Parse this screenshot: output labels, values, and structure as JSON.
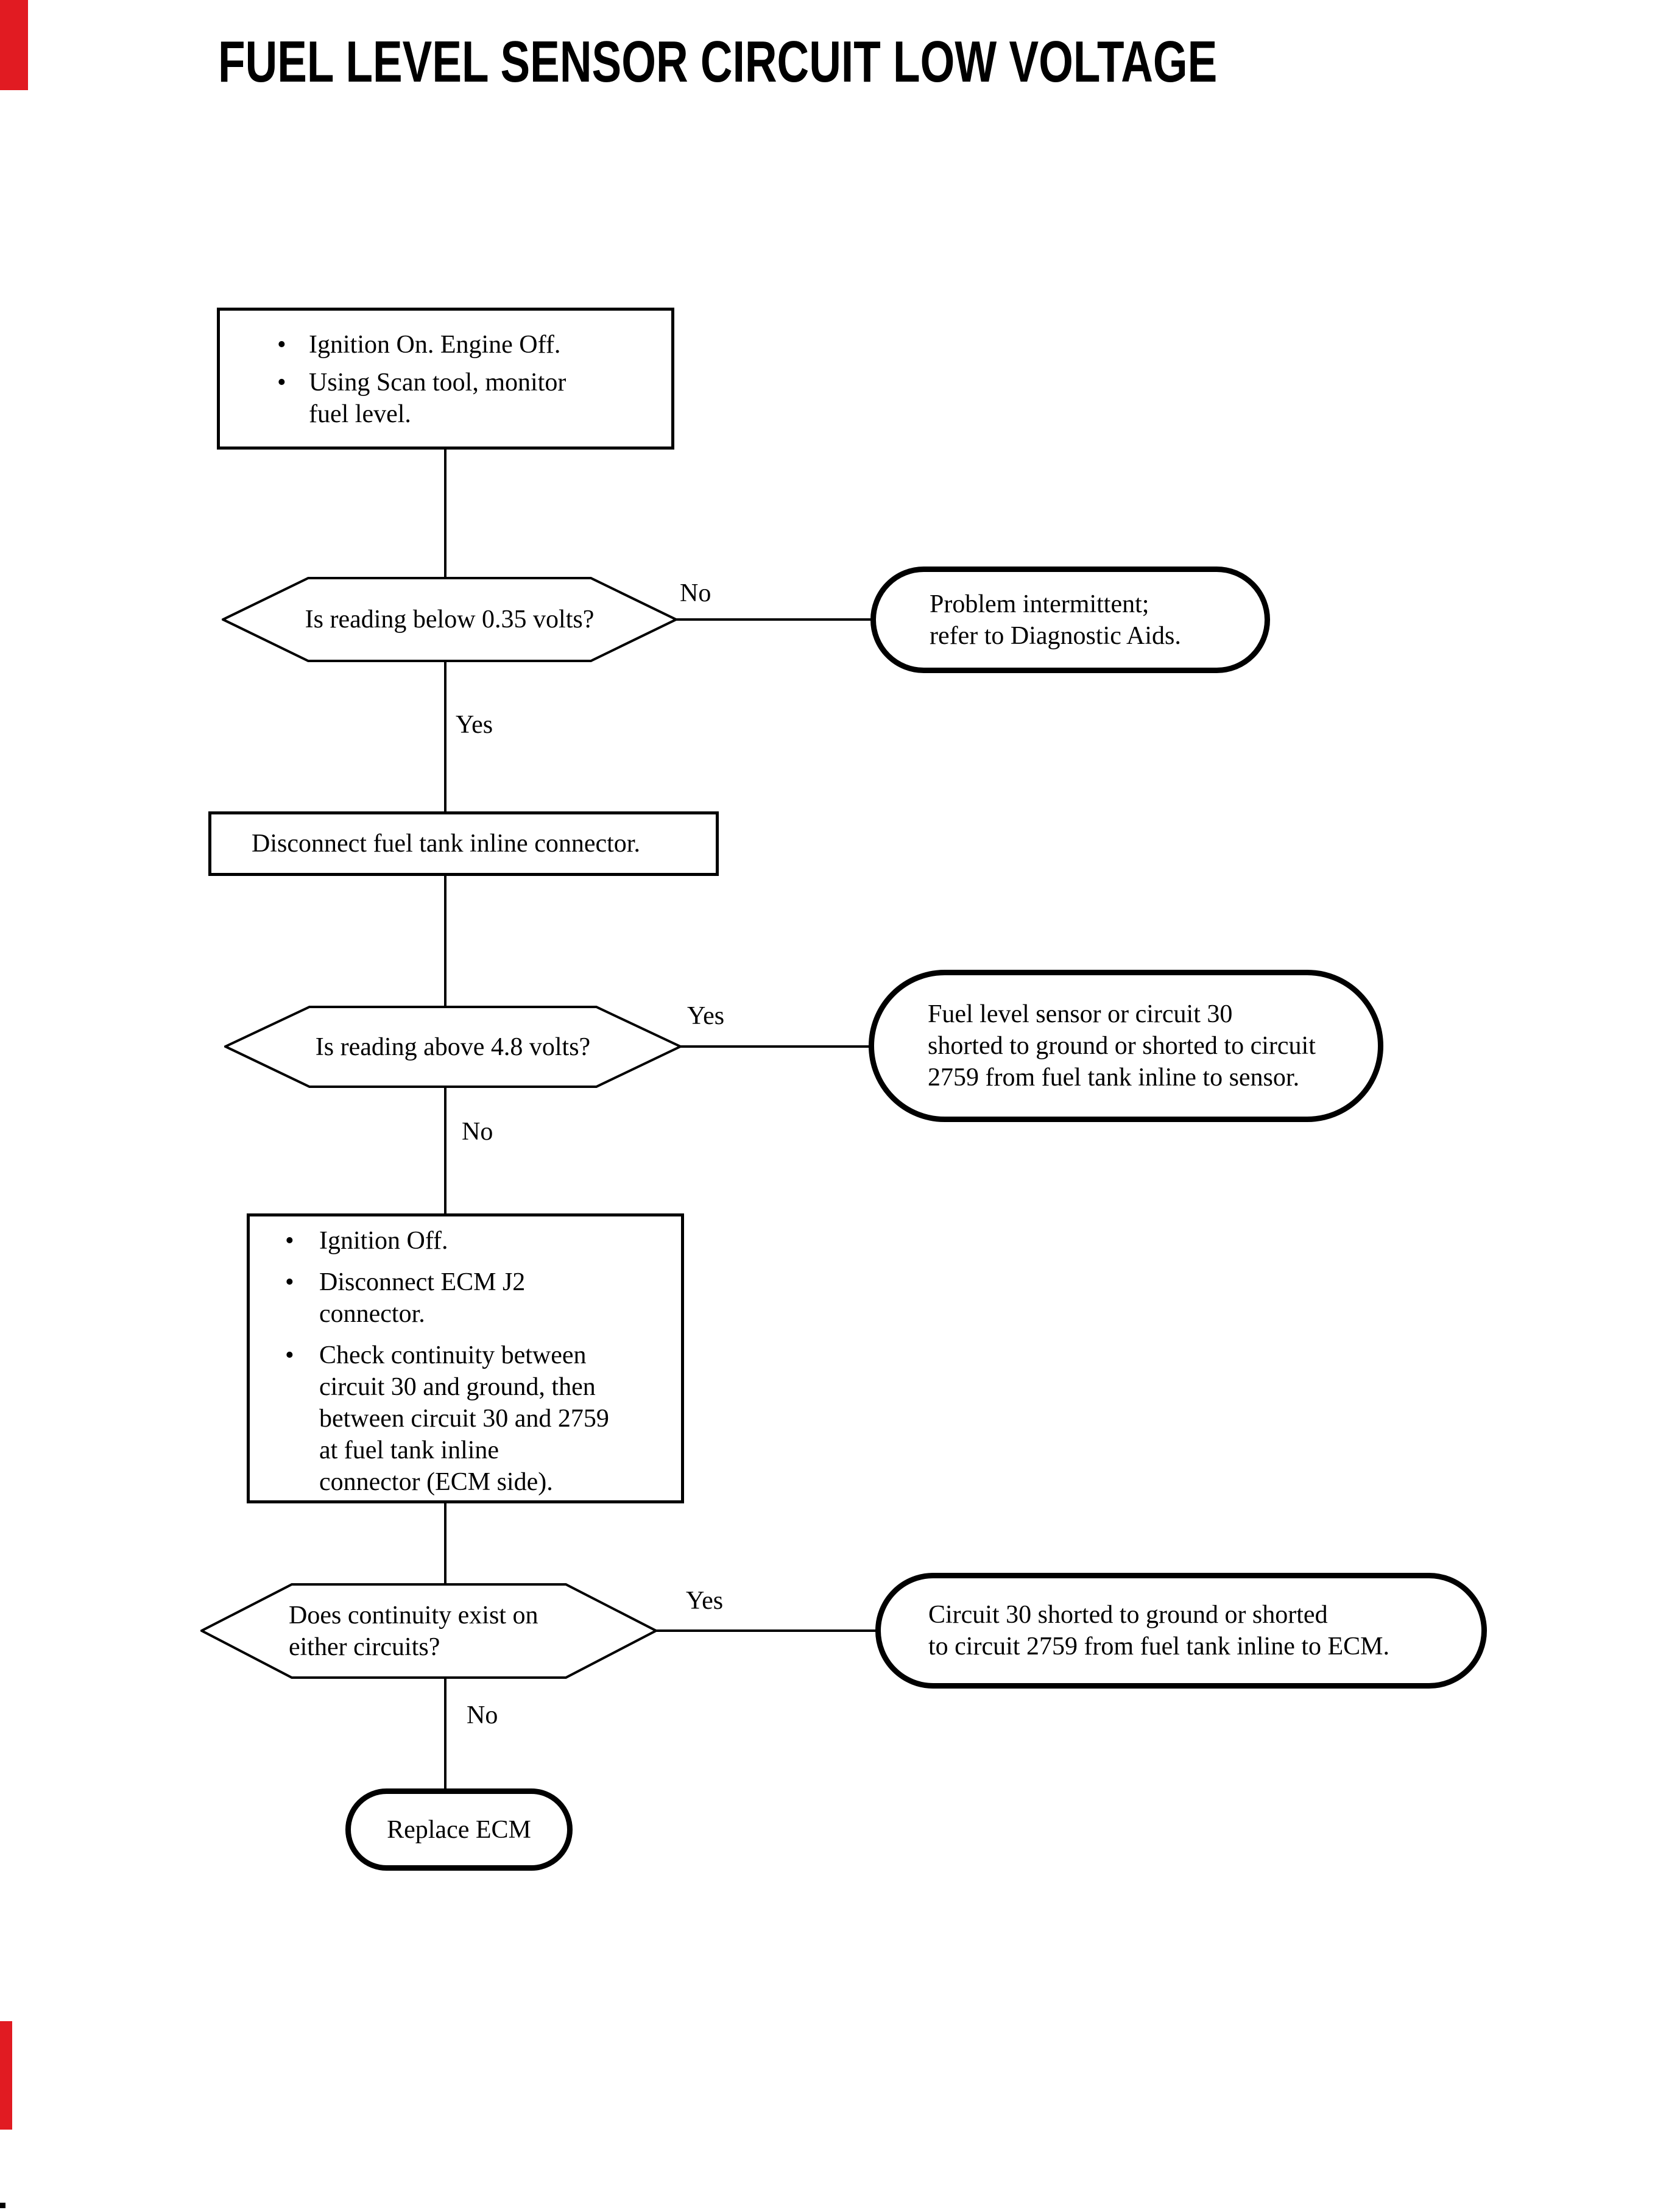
{
  "title": "FUEL LEVEL SENSOR CIRCUIT LOW VOLTAGE",
  "bullet_char": "•",
  "colors": {
    "line": "#000000",
    "background": "#ffffff",
    "scan_artifact_red": "#e11b22"
  },
  "nodes": {
    "step1": {
      "items": [
        "Ignition On. Engine Off.",
        "Using Scan tool, monitor\nfuel level."
      ]
    },
    "decision1": {
      "question": "Is reading below 0.35 volts?",
      "no_label": "No",
      "yes_label": "Yes"
    },
    "result1": {
      "text": "Problem intermittent;\nrefer to Diagnostic Aids."
    },
    "step2": {
      "text": "Disconnect fuel tank inline connector."
    },
    "decision2": {
      "question": "Is reading above 4.8 volts?",
      "yes_label": "Yes",
      "no_label": "No"
    },
    "result2": {
      "text": "Fuel level sensor or circuit 30\nshorted to ground or shorted to circuit\n2759 from fuel tank inline to sensor."
    },
    "step3": {
      "items": [
        "Ignition Off.",
        "Disconnect ECM J2\nconnector.",
        "Check continuity between\ncircuit 30 and ground, then\nbetween circuit 30 and 2759\nat fuel tank inline\nconnector (ECM side)."
      ]
    },
    "decision3": {
      "question": "Does continuity exist on\neither circuits?",
      "yes_label": "Yes",
      "no_label": "No"
    },
    "result3": {
      "text": "Circuit 30 shorted to ground or shorted\nto circuit 2759 from fuel tank inline to ECM."
    },
    "terminal": {
      "text": "Replace ECM"
    }
  }
}
